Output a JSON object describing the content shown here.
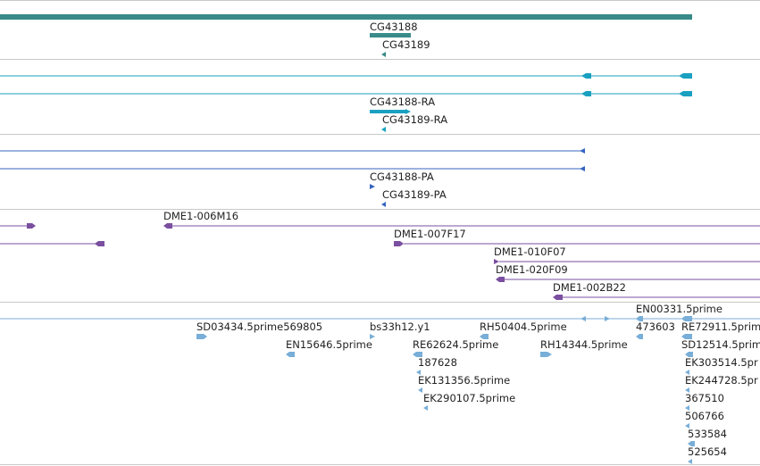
{
  "colors": {
    "gene": "#3a8a8a",
    "transcript": "#1aa0c0",
    "protein": "#3565c0",
    "clone": "#7a4fa0",
    "est": "#78aed8"
  },
  "gene_track": {
    "labels": [
      "CG43188",
      "CG43189"
    ]
  },
  "transcript_track": {
    "labels": [
      "CG43188-RA",
      "CG43189-RA"
    ]
  },
  "protein_track": {
    "labels": [
      "CG43188-PA",
      "CG43189-PA"
    ]
  },
  "clone_track": {
    "labels": [
      "DME1-006M16",
      "DME1-007F17",
      "DME1-010F07",
      "DME1-020F09",
      "DME1-002B22"
    ]
  },
  "est_track": {
    "labels": [
      "SD03434.5prime569805",
      "bs33h12.y1",
      "RH50404.5prime",
      "EN00331.5prime",
      "EN15646.5prime",
      "RE62624.5prime",
      "RH14344.5prime",
      "473603",
      "RE72911.5prime",
      "187628",
      "SD12514.5prime",
      "EK131356.5prime",
      "EK303514.5pr",
      "EK290107.5prime",
      "EK244728.5pr",
      "367510",
      "506766",
      "533584",
      "525654"
    ]
  }
}
